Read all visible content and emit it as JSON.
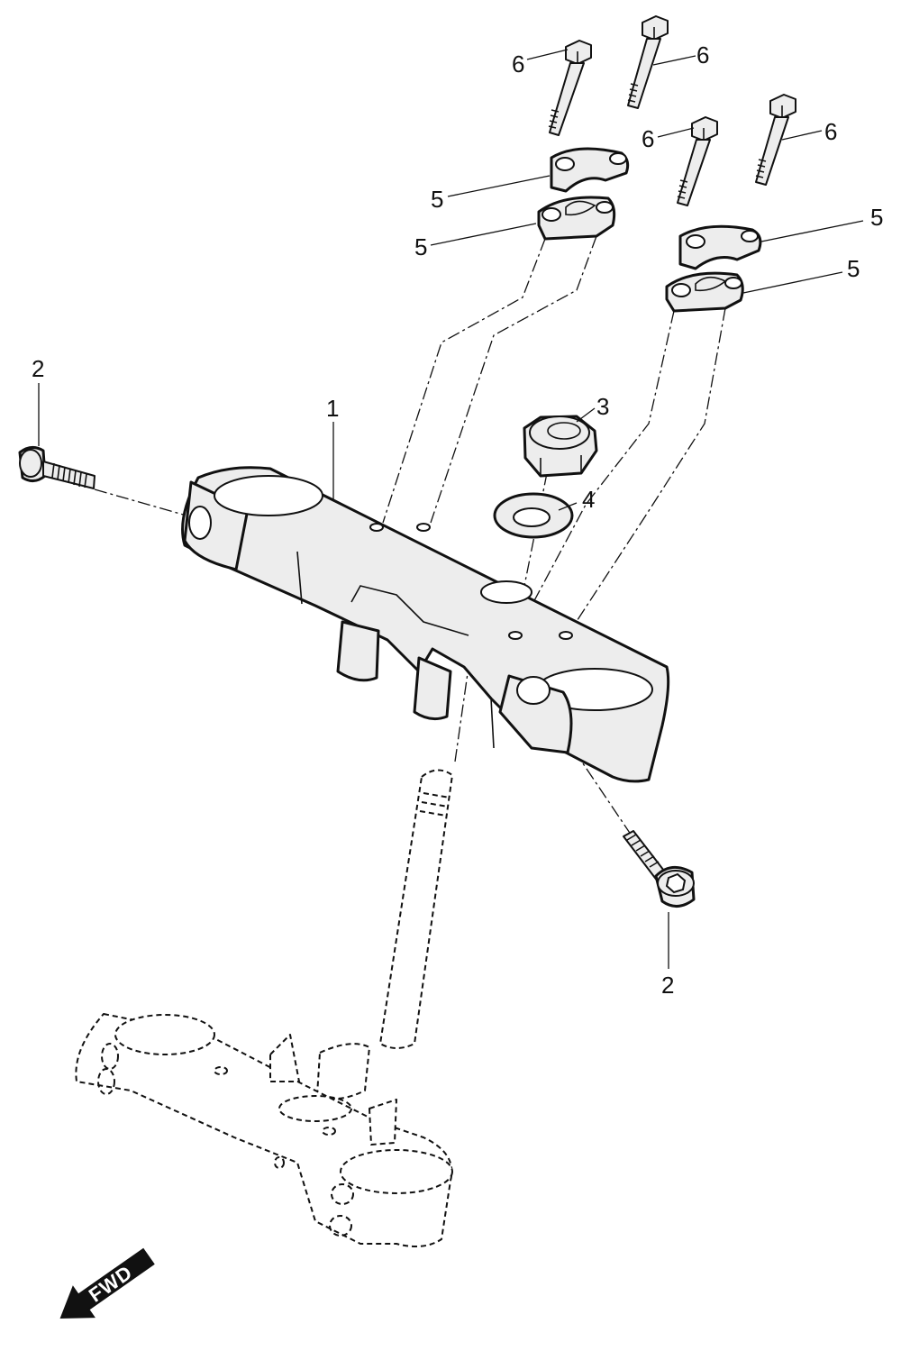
{
  "diagram": {
    "callouts": {
      "c1": "1",
      "c2_left": "2",
      "c2_right": "2",
      "c3": "3",
      "c4": "4",
      "c5_a": "5",
      "c5_b": "5",
      "c5_c": "5",
      "c5_d": "5",
      "c6_a": "6",
      "c6_b": "6",
      "c6_c": "6",
      "c6_d": "6"
    },
    "direction_label": "FWD"
  }
}
